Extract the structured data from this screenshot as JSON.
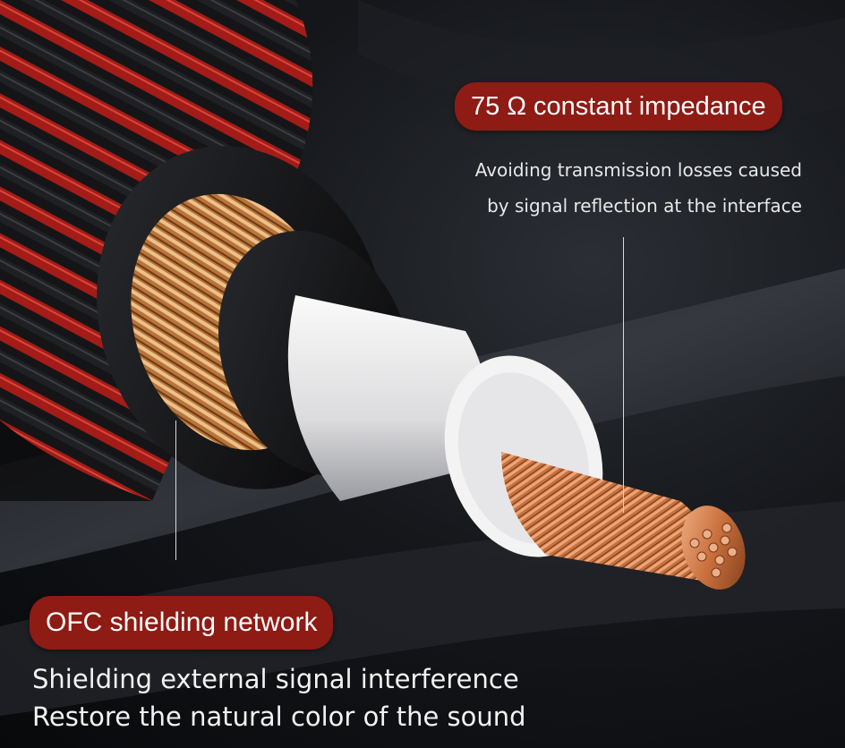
{
  "callouts": {
    "impedance": {
      "title": "75 Ω constant impedance",
      "lines": [
        "Avoiding transmission losses caused",
        "by signal reflection at the interface"
      ]
    },
    "shielding": {
      "title": "OFC shielding network",
      "lines": [
        "Shielding external signal interference",
        "Restore the natural color of the sound"
      ]
    }
  },
  "colors": {
    "accent_pill": "#8e1b14",
    "copper": "#c9703d",
    "braid_red": "#b4201a",
    "dielectric": "#e8e8ea"
  },
  "image": {
    "subject": "coaxial-cable-cross-section"
  }
}
